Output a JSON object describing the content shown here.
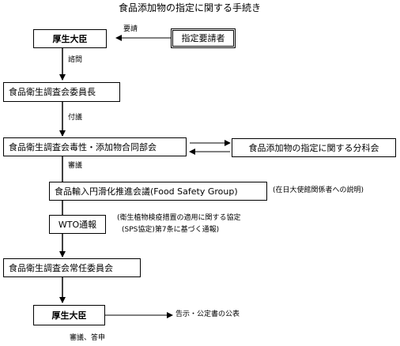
{
  "title": "食品添加物の指定に関する手続き",
  "nodes": {
    "minister_top": "厚生大臣",
    "requester": "指定要請者",
    "council_chair": "食品衛生調査会委員長",
    "joint_committee": "食品衛生調査会毒性・添加物合同部会",
    "subcommittee": "食品添加物の指定に関する分科会",
    "fsg": "食品輸入円滑化推進会議(Food Safety Group)",
    "wto": "WTO通報",
    "standing_committee": "食品衛生調査会常任委員会",
    "minister_bottom": "厚生大臣"
  },
  "labels": {
    "request": "要請",
    "consult": "諮問",
    "refer": "付議",
    "deliberate": "審議",
    "embassy": "(在日大使館関係者への説明)",
    "sps_line1": "(衛生植物検疫措置の適用に関する協定",
    "sps_line2": "(SPS協定)第7条に基づく通報)",
    "notice": "告示・公定書の公表",
    "report": "審議、答申"
  }
}
